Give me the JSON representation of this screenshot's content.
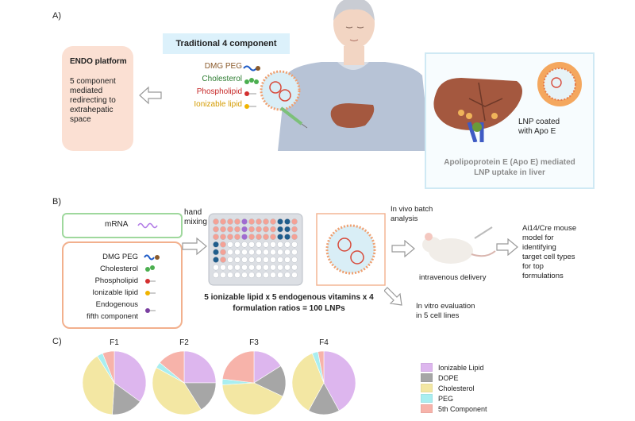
{
  "panelA": {
    "label": "A)",
    "traditional_title": "Traditional 4 component",
    "components": [
      {
        "text": "DMG PEG",
        "color": "#8a5a2b"
      },
      {
        "text": "Cholesterol",
        "color": "#2e7d32"
      },
      {
        "text": "Phospholipid",
        "color": "#c62828"
      },
      {
        "text": "Ionizable lipid",
        "color": "#e0a800"
      }
    ],
    "endo_title": "ENDO platform",
    "endo_desc_lines": [
      "5 component",
      "mediated",
      "redirecting to",
      "extrahepatic",
      "space"
    ],
    "lnp_coated_lines": [
      "LNP coated",
      "with Apo E"
    ],
    "apoe_lines": [
      "Apolipoprotein E (Apo E) mediated",
      "LNP uptake in liver"
    ]
  },
  "panelB": {
    "label": "B)",
    "mrna": "mRNA",
    "components": [
      "DMG PEG",
      "Cholesterol",
      "Phospholipid",
      "Ionizable lipid",
      "Endogenous",
      "fifth component"
    ],
    "hand_mixing_lines": [
      "hand",
      "mixing"
    ],
    "formula_lines": [
      "5 ionizable lipid x 5 endogenous vitamins x 4",
      "formulation ratios = 100 LNPs"
    ],
    "in_vivo_lines": [
      "In vivo batch",
      "analysis"
    ],
    "iv_delivery": "intravenous delivery",
    "ai14_lines": [
      "Ai14/Cre mouse",
      "model for",
      "identifying",
      "target cell types",
      "for top",
      "formulations"
    ],
    "in_vitro_lines": [
      "In vitro evaluation",
      "in 5 cell lines"
    ]
  },
  "panelC": {
    "label": "C)"
  },
  "colors": {
    "ionizable": "#ddb6ee",
    "dope": "#a6a6a6",
    "cholesterol": "#f3e7a3",
    "peg": "#a9eef0",
    "fifth": "#f7b3aa"
  },
  "chart_data": [
    {
      "type": "pie",
      "title": "F1",
      "categories": [
        "Ionizable Lipid",
        "DOPE",
        "Cholesterol",
        "PEG",
        "5th Component"
      ],
      "values": [
        35,
        16,
        40,
        3,
        6
      ]
    },
    {
      "type": "pie",
      "title": "F2",
      "categories": [
        "Ionizable Lipid",
        "DOPE",
        "Cholesterol",
        "PEG",
        "5th Component"
      ],
      "values": [
        25,
        16,
        42,
        3,
        14
      ]
    },
    {
      "type": "pie",
      "title": "F3",
      "categories": [
        "Ionizable Lipid",
        "DOPE",
        "Cholesterol",
        "PEG",
        "5th Component"
      ],
      "values": [
        16,
        16,
        42,
        3,
        23
      ]
    },
    {
      "type": "pie",
      "title": "F4",
      "categories": [
        "Ionizable Lipid",
        "DOPE",
        "Cholesterol",
        "PEG",
        "5th Component"
      ],
      "values": [
        42,
        16,
        36,
        3,
        3
      ]
    }
  ],
  "legend": [
    "Ionizable Lipid",
    "DOPE",
    "Cholesterol",
    "PEG",
    "5th Component"
  ]
}
